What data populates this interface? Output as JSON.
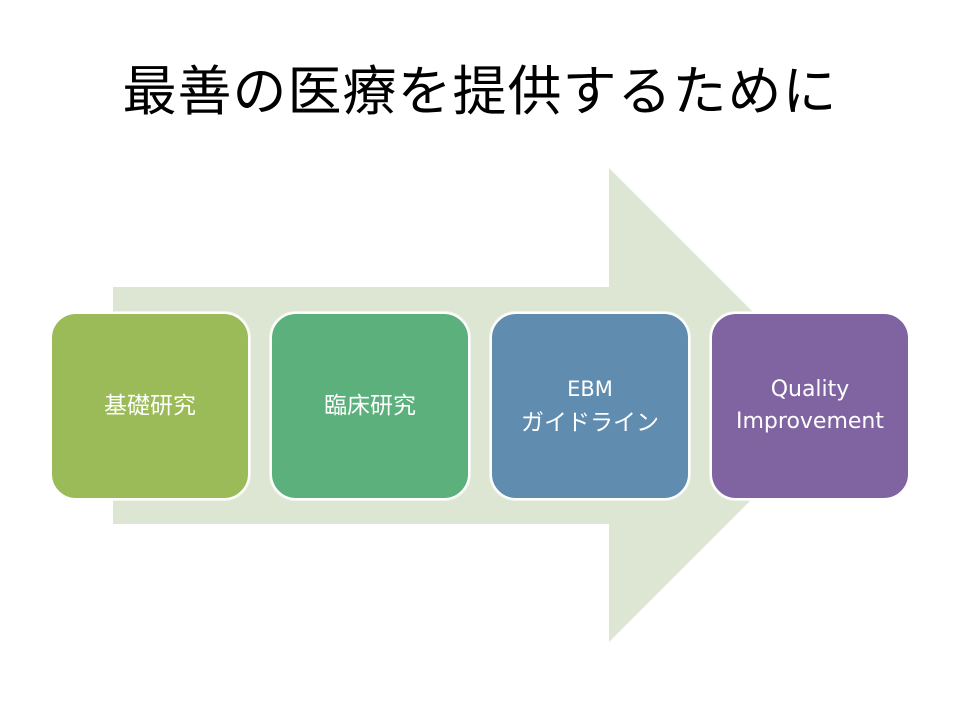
{
  "slide": {
    "title": "最善の医療を提供するために",
    "arrow": {
      "color": "#dde6d2",
      "label": "progress-arrow"
    },
    "steps": [
      {
        "lines": [
          "基礎研究"
        ],
        "color": "#9bbb59"
      },
      {
        "lines": [
          "臨床研究"
        ],
        "color": "#5cb07c"
      },
      {
        "lines": [
          "EBM",
          "ガイドライン"
        ],
        "color": "#5f8caf"
      },
      {
        "lines": [
          "Quality",
          "Improvement"
        ],
        "color": "#8064a2"
      }
    ]
  }
}
